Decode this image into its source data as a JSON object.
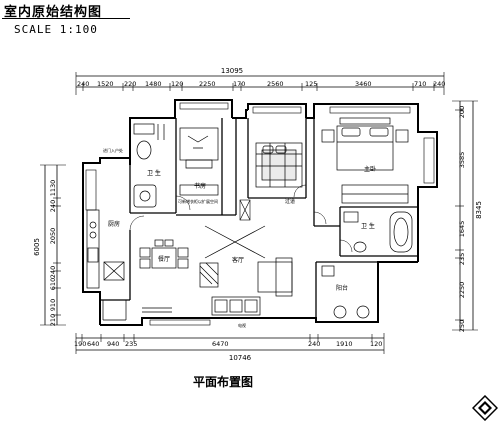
{
  "header": {
    "title": "室内原始结构图",
    "scale": "SCALE 1:100"
  },
  "caption": "平面布置图",
  "dimensions": {
    "top_total": "13095",
    "top_segments": [
      "240",
      "1520",
      "220",
      "1480",
      "120",
      "2250",
      "170",
      "2560",
      "125",
      "3460",
      "710",
      "240"
    ],
    "bottom_total": "10746",
    "bottom_segments": [
      "190",
      "640",
      "940",
      "235",
      "6470",
      "240",
      "1910",
      "120"
    ],
    "left_total": "6005",
    "left_segments": [
      "1130",
      "240",
      "2050",
      "240",
      "610",
      "910",
      "210"
    ],
    "right_total": "8345",
    "right_segments": [
      "200",
      "3585",
      "1645",
      "235",
      "2250",
      "250"
    ]
  },
  "rooms": {
    "bathroom_left": "卫 生",
    "study": "书房",
    "study_note": "可新增衣柜以扩展空间",
    "kitchen": "厨房",
    "dining": "餐厅",
    "living": "客厅",
    "master_bedroom": "主卧",
    "bathroom_right": "卫 生",
    "balcony": "阳台",
    "entry_note": "进门入户处",
    "tv_note": "电视",
    "corridor": "过道"
  },
  "colors": {
    "line": "#000000",
    "bg": "#ffffff"
  }
}
